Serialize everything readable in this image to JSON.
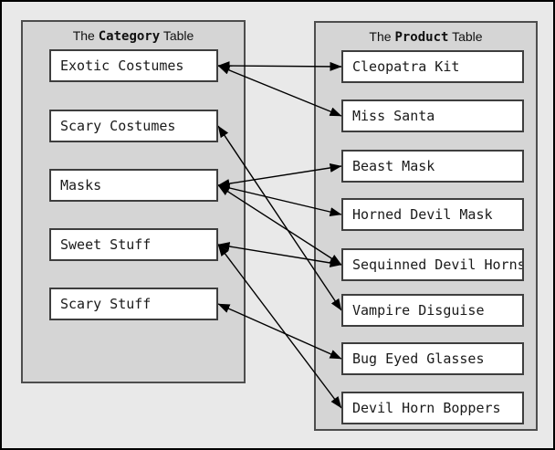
{
  "diagram": {
    "category_table": {
      "title_prefix": "The",
      "title_name": "Category",
      "title_suffix": "Table",
      "items": [
        "Exotic Costumes",
        "Scary Costumes",
        "Masks",
        "Sweet Stuff",
        "Scary Stuff"
      ]
    },
    "product_table": {
      "title_prefix": "The",
      "title_name": "Product",
      "title_suffix": "Table",
      "items": [
        "Cleopatra Kit",
        "Miss Santa",
        "Beast Mask",
        "Horned Devil Mask",
        "Sequinned Devil Horns",
        "Vampire Disguise",
        "Bug Eyed Glasses",
        "Devil Horn Boppers"
      ]
    },
    "connections": [
      {
        "category": "Exotic Costumes",
        "product": "Cleopatra Kit"
      },
      {
        "category": "Exotic Costumes",
        "product": "Miss Santa"
      },
      {
        "category": "Scary Costumes",
        "product": "Vampire Disguise"
      },
      {
        "category": "Masks",
        "product": "Beast Mask"
      },
      {
        "category": "Masks",
        "product": "Horned Devil Mask"
      },
      {
        "category": "Masks",
        "product": "Sequinned Devil Horns"
      },
      {
        "category": "Sweet Stuff",
        "product": "Sequinned Devil Horns"
      },
      {
        "category": "Sweet Stuff",
        "product": "Devil Horn Boppers"
      },
      {
        "category": "Scary Stuff",
        "product": "Bug Eyed Glasses"
      }
    ],
    "colors": {
      "canvas_bg": "#e9e9e9",
      "panel_bg": "#d5d5d5",
      "panel_border": "#4d4d4d",
      "box_bg": "#ffffff",
      "box_border": "#3e3e3e",
      "arrow": "#000000"
    }
  }
}
